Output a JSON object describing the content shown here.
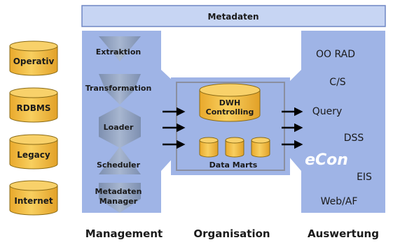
{
  "top_bar": {
    "label": "Metadaten"
  },
  "sources": [
    {
      "label": "Operativ"
    },
    {
      "label": "RDBMS"
    },
    {
      "label": "Legacy"
    },
    {
      "label": "Internet"
    }
  ],
  "management": {
    "stages": [
      {
        "label": "Extraktion"
      },
      {
        "label": "Transformation"
      },
      {
        "label": "Loader"
      },
      {
        "label": "Scheduler"
      },
      {
        "label": "Metadaten"
      },
      {
        "label": "Manager"
      }
    ]
  },
  "organisation": {
    "dwh_line1": "DWH",
    "dwh_line2": "Controlling",
    "marts_label": "Data Marts"
  },
  "auswertung": {
    "items": [
      {
        "label": "OO RAD"
      },
      {
        "label": "C/S"
      },
      {
        "label": "Query"
      },
      {
        "label": "DSS"
      },
      {
        "label": "eCon"
      },
      {
        "label": "EIS"
      },
      {
        "label": "Web/AF"
      }
    ]
  },
  "bottom_labels": {
    "management": "Management",
    "organisation": "Organisation",
    "auswertung": "Auswertung"
  },
  "colors": {
    "blue_panel": "#9fb4e6",
    "blue_dark": "#7f96d4",
    "cylinder_fill": "#f4c14a",
    "cylinder_stroke": "#8a6a14",
    "stage_shape": "#8fa0bd",
    "top_bar": "#c7d5f3",
    "econ_text": "#ffffff"
  }
}
